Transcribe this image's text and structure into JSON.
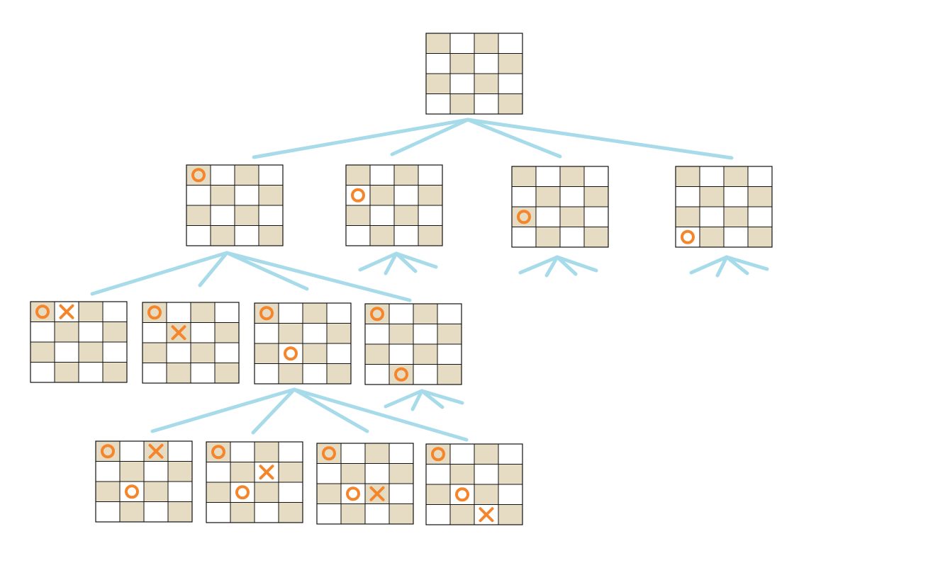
{
  "colors": {
    "background": "#ffffff",
    "cell_dark": "#e6dcc3",
    "cell_light": "#ffffff",
    "grid_line": "#111111",
    "edge": "#a8dbe9",
    "mark": "#f5852a"
  },
  "icons": {
    "o_mark": "circle-o-icon",
    "x_mark": "cross-x-icon"
  },
  "tree": {
    "board_rows": 4,
    "board_cols": 4,
    "boards": [
      {
        "name": "root",
        "marks": []
      },
      {
        "name": "level1-a",
        "marks": [
          {
            "type": "O",
            "row": 0,
            "col": 0
          }
        ]
      },
      {
        "name": "level1-b",
        "marks": [
          {
            "type": "O",
            "row": 1,
            "col": 0
          }
        ]
      },
      {
        "name": "level1-c",
        "marks": [
          {
            "type": "O",
            "row": 2,
            "col": 0
          }
        ]
      },
      {
        "name": "level1-d",
        "marks": [
          {
            "type": "O",
            "row": 3,
            "col": 0
          }
        ]
      },
      {
        "name": "level2-a",
        "marks": [
          {
            "type": "O",
            "row": 0,
            "col": 0
          },
          {
            "type": "X",
            "row": 0,
            "col": 1
          }
        ]
      },
      {
        "name": "level2-b",
        "marks": [
          {
            "type": "O",
            "row": 0,
            "col": 0
          },
          {
            "type": "X",
            "row": 1,
            "col": 1
          }
        ]
      },
      {
        "name": "level2-c",
        "marks": [
          {
            "type": "O",
            "row": 0,
            "col": 0
          },
          {
            "type": "O",
            "row": 2,
            "col": 1
          }
        ]
      },
      {
        "name": "level2-d",
        "marks": [
          {
            "type": "O",
            "row": 0,
            "col": 0
          },
          {
            "type": "O",
            "row": 3,
            "col": 1
          }
        ]
      },
      {
        "name": "level3-a",
        "marks": [
          {
            "type": "O",
            "row": 0,
            "col": 0
          },
          {
            "type": "O",
            "row": 2,
            "col": 1
          },
          {
            "type": "X",
            "row": 0,
            "col": 2
          }
        ]
      },
      {
        "name": "level3-b",
        "marks": [
          {
            "type": "O",
            "row": 0,
            "col": 0
          },
          {
            "type": "O",
            "row": 2,
            "col": 1
          },
          {
            "type": "X",
            "row": 1,
            "col": 2
          }
        ]
      },
      {
        "name": "level3-c",
        "marks": [
          {
            "type": "O",
            "row": 0,
            "col": 0
          },
          {
            "type": "O",
            "row": 2,
            "col": 1
          },
          {
            "type": "X",
            "row": 2,
            "col": 2
          }
        ]
      },
      {
        "name": "level3-d",
        "marks": [
          {
            "type": "O",
            "row": 0,
            "col": 0
          },
          {
            "type": "O",
            "row": 2,
            "col": 1
          },
          {
            "type": "X",
            "row": 3,
            "col": 2
          }
        ]
      }
    ],
    "edges": [
      {
        "parent": "root",
        "child": "level1-a"
      },
      {
        "parent": "root",
        "child": "level1-b"
      },
      {
        "parent": "root",
        "child": "level1-c"
      },
      {
        "parent": "root",
        "child": "level1-d"
      },
      {
        "parent": "level1-a",
        "child": "level2-a"
      },
      {
        "parent": "level1-a",
        "child": "level2-b"
      },
      {
        "parent": "level1-a",
        "child": "level2-c"
      },
      {
        "parent": "level1-a",
        "child": "level2-d"
      },
      {
        "parent": "level2-c",
        "child": "level3-a"
      },
      {
        "parent": "level2-c",
        "child": "level3-b"
      },
      {
        "parent": "level2-c",
        "child": "level3-c"
      },
      {
        "parent": "level2-c",
        "child": "level3-d"
      }
    ],
    "collapsed_branches": [
      "level1-b",
      "level1-c",
      "level1-d",
      "level2-d"
    ]
  }
}
